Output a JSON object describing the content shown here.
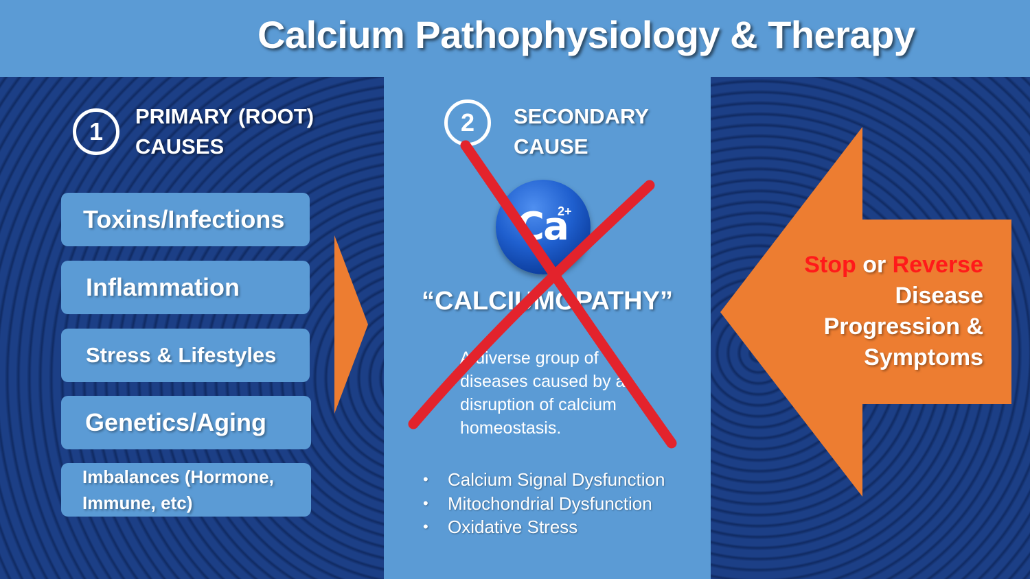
{
  "title": "Calcium Pathophysiology & Therapy",
  "colors": {
    "background_blue": "#5b9bd5",
    "dark_navy": "#1c3f86",
    "orange": "#ed7d31",
    "cross_red": "#e3232c",
    "emphasis_red": "#ff1a1a"
  },
  "primary": {
    "number": "1",
    "heading_line1": "PRIMARY (ROOT)",
    "heading_line2": "CAUSES",
    "causes": [
      "Toxins/Infections",
      "Inflammation",
      "Stress & Lifestyles",
      "Genetics/Aging",
      "Imbalances (Hormone, Immune, etc)"
    ]
  },
  "secondary": {
    "number": "2",
    "heading_line1": "SECONDARY",
    "heading_line2": "CAUSE",
    "ion_symbol": "Ca",
    "ion_charge": "2+",
    "term": "“CALCIUMOPATHY”",
    "description": "A diverse group of diseases caused by a disruption of calcium homeostasis.",
    "bullets": [
      "Calcium Signal Dysfunction",
      "Mitochondrial Dysfunction",
      "Oxidative Stress"
    ]
  },
  "therapy": {
    "stop": "Stop",
    "or": "or",
    "reverse": "Reverse",
    "rest_line1": "Disease",
    "rest_line2": "Progression &",
    "rest_line3": "Symptoms"
  }
}
